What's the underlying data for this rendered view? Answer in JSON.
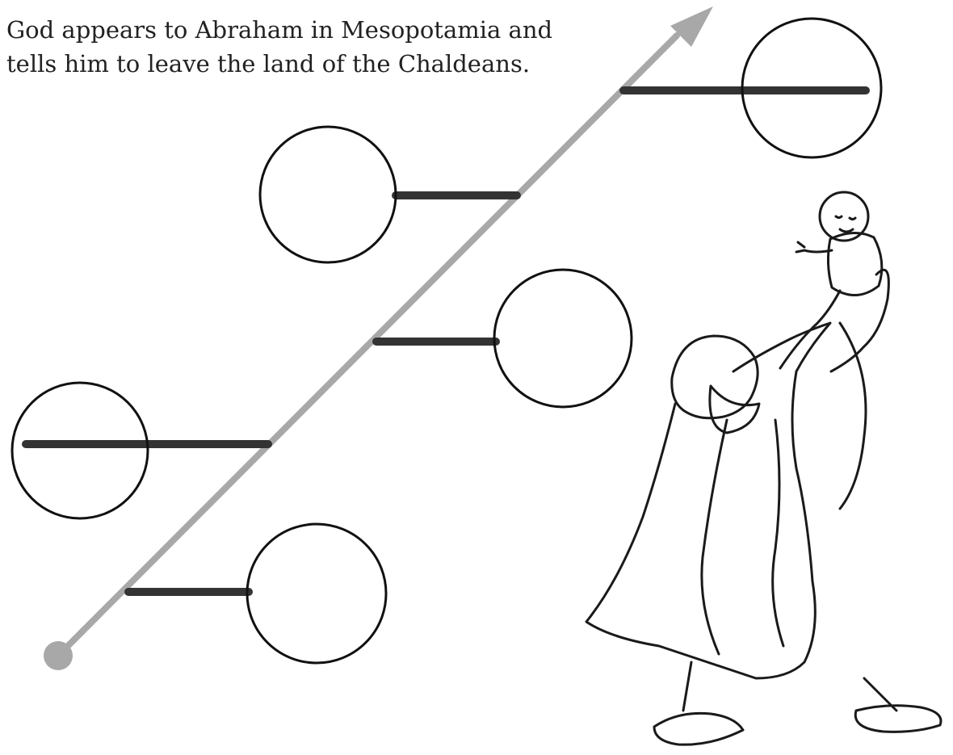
{
  "caption": {
    "line1": "God appears to Abraham in Mesopotamia and",
    "line2": "tells him to leave the land of the Chaldeans."
  },
  "timeline": {
    "event_slots": [
      {
        "id": "slot-1",
        "side": "right",
        "answer": ""
      },
      {
        "id": "slot-2",
        "side": "left",
        "answer": ""
      },
      {
        "id": "slot-3",
        "side": "right",
        "answer": ""
      },
      {
        "id": "slot-4",
        "side": "left",
        "answer": ""
      },
      {
        "id": "slot-5",
        "side": "right",
        "answer": ""
      }
    ]
  },
  "illustration": {
    "subject": "man-lifting-baby"
  },
  "colors": {
    "arrow": "#a8a8a8",
    "connector": "#333333",
    "circle_stroke": "#111111",
    "text": "#222222"
  }
}
